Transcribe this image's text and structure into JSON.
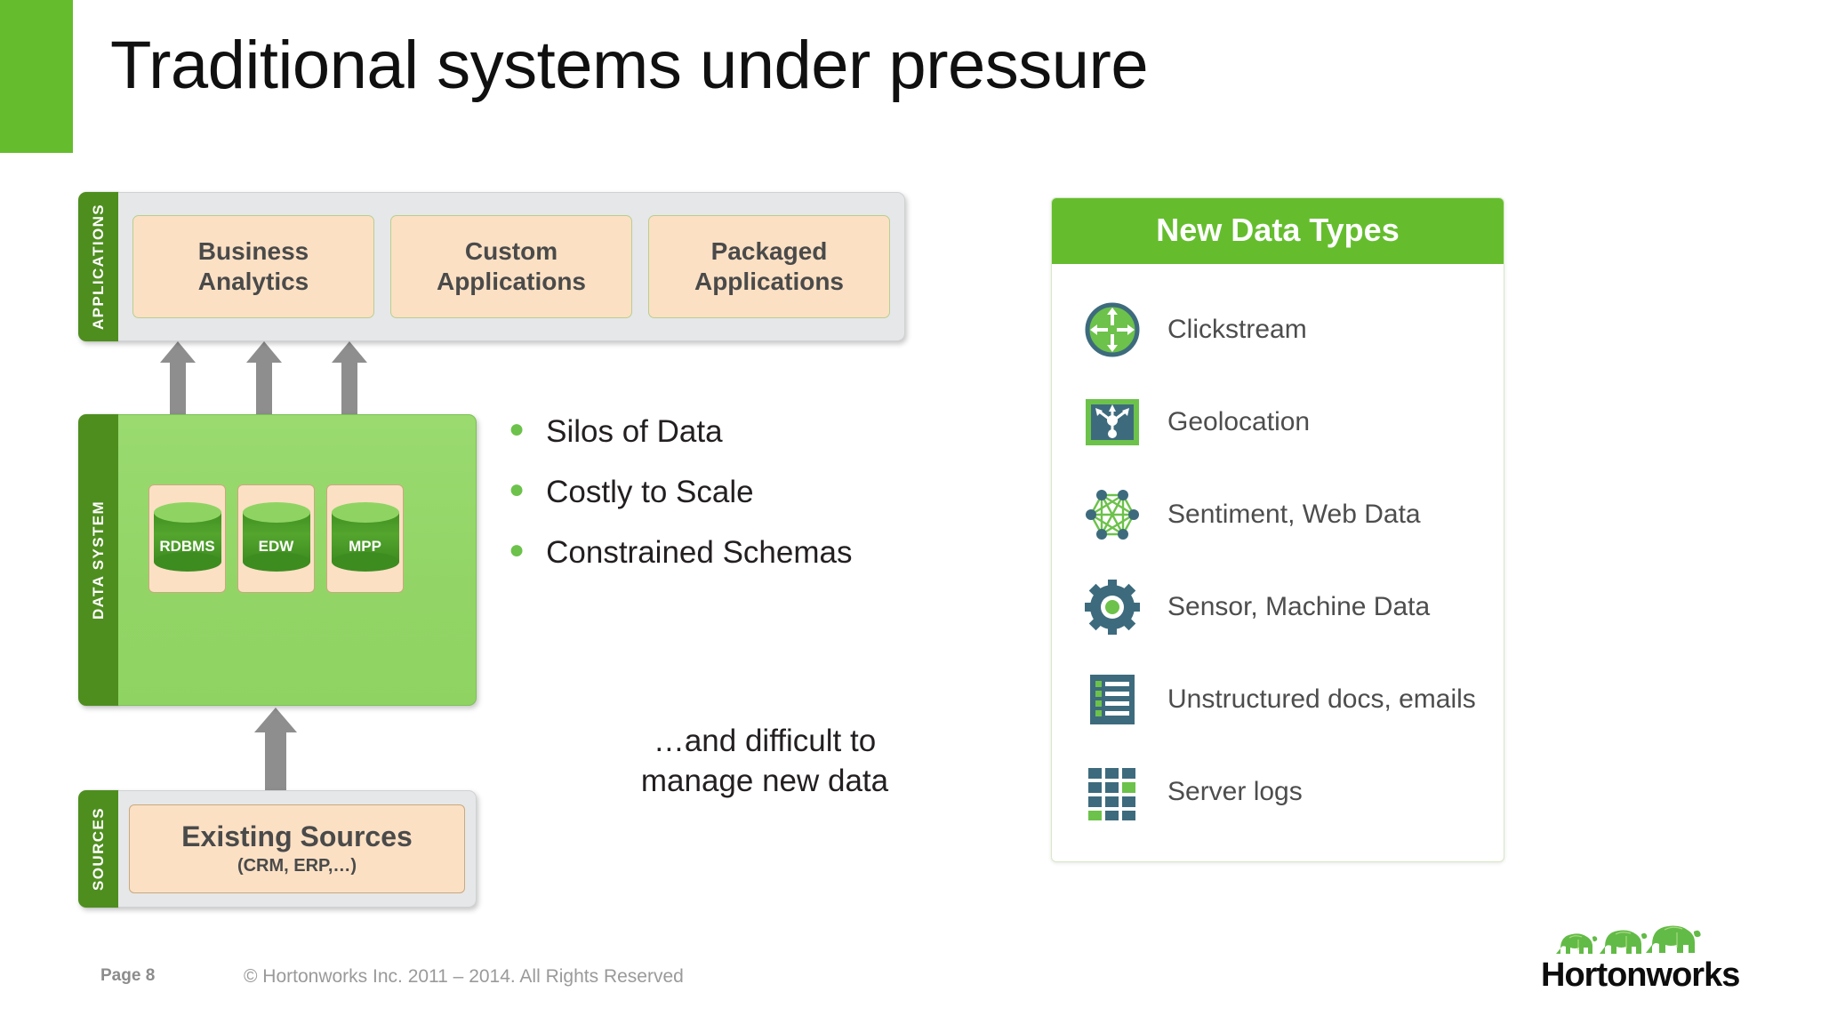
{
  "slide": {
    "title": "Traditional systems under pressure",
    "accent_color": "#65bd2e"
  },
  "architecture": {
    "applications": {
      "band_label": "APPLICATIONS",
      "boxes": [
        {
          "line1": "Business",
          "line2": "Analytics"
        },
        {
          "line1": "Custom",
          "line2": "Applications"
        },
        {
          "line1": "Packaged",
          "line2": "Applications"
        }
      ]
    },
    "data_system": {
      "band_label": "DATA  SYSTEM",
      "databases": [
        {
          "label": "RDBMS"
        },
        {
          "label": "EDW"
        },
        {
          "label": "MPP"
        }
      ]
    },
    "sources": {
      "band_label": "SOURCES",
      "title": "Existing Sources",
      "subtitle": "(CRM, ERP,…)"
    }
  },
  "bullets": [
    "Silos of Data",
    "Costly to Scale",
    "Constrained Schemas"
  ],
  "note": {
    "line1": "…and difficult to",
    "line2": "manage new data"
  },
  "new_data_types": {
    "header": "New Data Types",
    "header_color": "#65bd2e",
    "items": [
      {
        "label": "Clickstream",
        "icon": "clickstream-arrows-circle-icon"
      },
      {
        "label": "Geolocation",
        "icon": "geolocation-node-square-icon"
      },
      {
        "label": "Sentiment, Web Data",
        "icon": "network-graph-icon"
      },
      {
        "label": "Sensor, Machine Data",
        "icon": "gear-icon"
      },
      {
        "label": "Unstructured docs, emails",
        "icon": "document-list-icon"
      },
      {
        "label": "Server logs",
        "icon": "grid-squares-icon"
      }
    ]
  },
  "footer": {
    "page": "Page 8",
    "copyright": "© Hortonworks Inc. 2011 – 2014. All Rights Reserved",
    "logo_text": "Hortonworks"
  }
}
